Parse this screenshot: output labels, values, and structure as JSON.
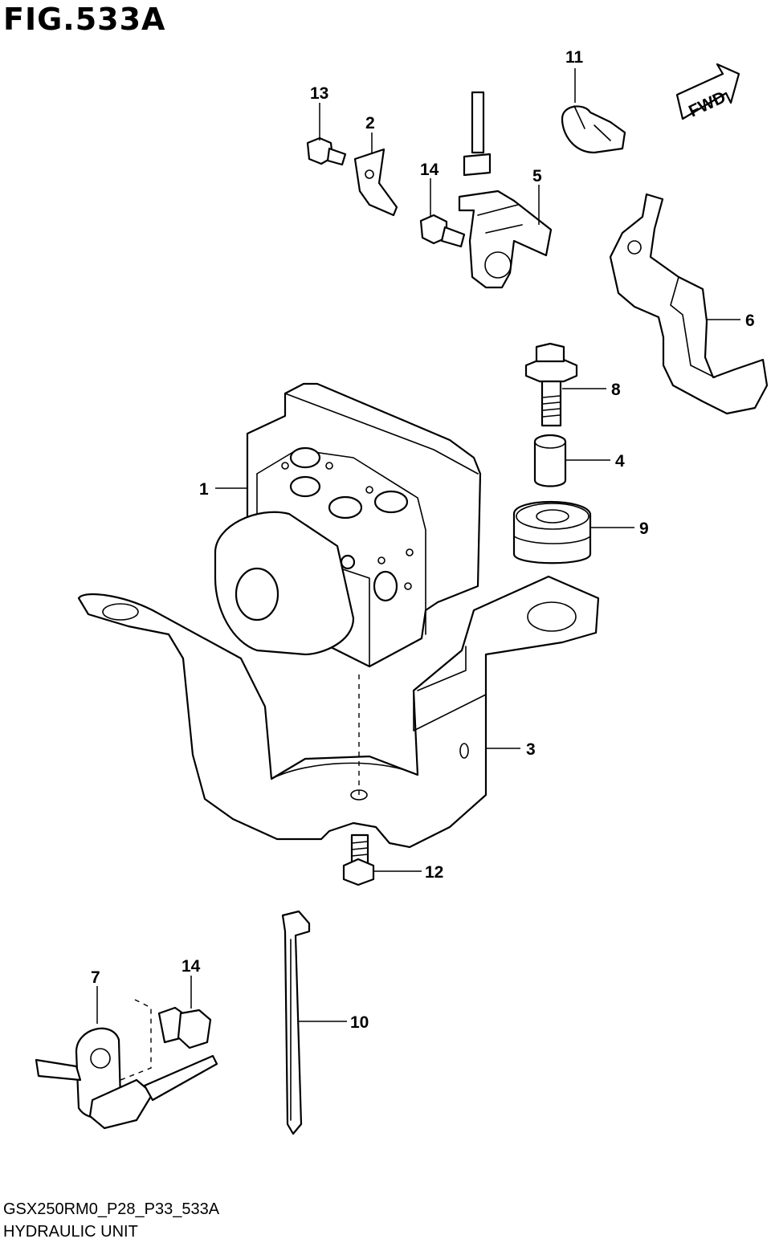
{
  "figure": {
    "title": "FIG.533A",
    "code": "GSX250RM0_P28_P33_533A",
    "name": "HYDRAULIC UNIT"
  },
  "direction_label": "FWD",
  "callouts": [
    "1",
    "2",
    "3",
    "4",
    "5",
    "6",
    "7",
    "8",
    "9",
    "10",
    "11",
    "12",
    "13",
    "14",
    "14"
  ]
}
